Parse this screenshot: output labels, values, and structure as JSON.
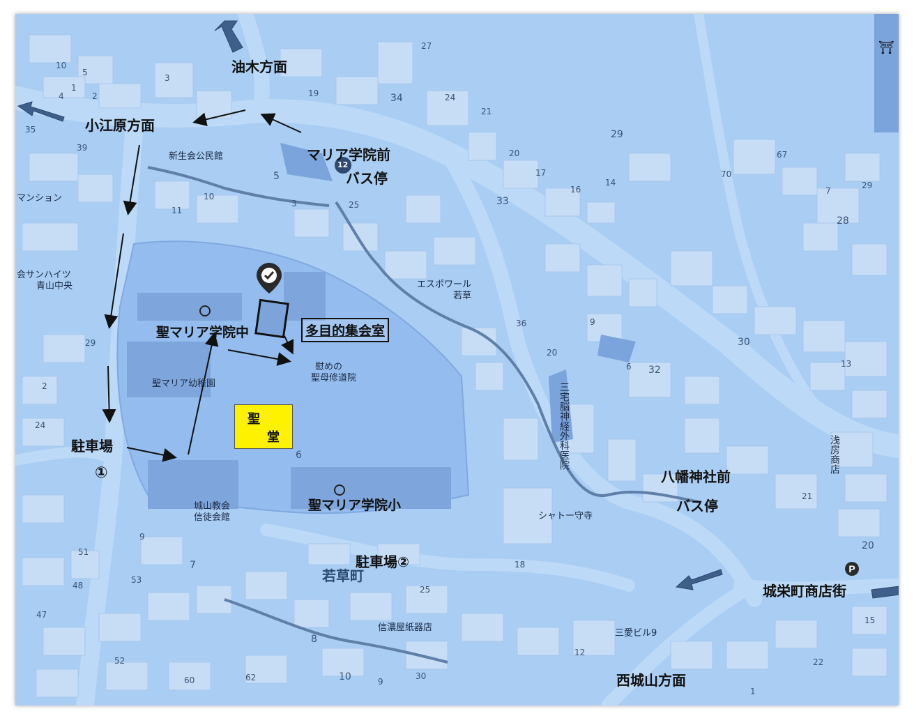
{
  "labels": {
    "abura": "油木方面",
    "koebara": "小江原方面",
    "maria_bus_1": "マリア学院前",
    "maria_bus_2": "バス停",
    "shinsei": "新生会公民館",
    "mansion": "マンション",
    "sanhaitsu_1": "会サンハイツ",
    "sanhaitsu_2": "青山中央",
    "school_mid": "聖マリア学院中",
    "kindergarten": "聖マリア幼稚園",
    "hall": "多目的集会室",
    "convent_1": "慰めの",
    "convent_2": "聖母修道院",
    "parking1_a": "駐車場",
    "parking1_b": "①",
    "chapel_1": "聖",
    "chapel_2": "堂",
    "church_1": "城山教会",
    "church_2": "信徒会館",
    "school_elem": "聖マリア学院小",
    "parking2": "駐車場②",
    "wakakusa_town": "若草町",
    "esupowaru_1": "エスポワール",
    "esupowaru_2": "若草",
    "hospital": "三宅脳神経外科医院",
    "yawata_bus_1": "八幡神社前",
    "yawata_bus_2": "バス停",
    "shako": "シャトー守寺",
    "asabo": "浅房商店",
    "shinanoya": "信濃屋紙器店",
    "sanai": "三愛ビル9",
    "jouei": "城栄町商店街",
    "nishishiroyama": "西城山方面",
    "torii": "⛩",
    "bus_num": "12"
  },
  "block_numbers": {
    "n10": "10",
    "n5a": "5",
    "n1": "1",
    "n4": "4",
    "n2": "2",
    "n3a": "3",
    "n27": "27",
    "n34": "34",
    "n24": "24",
    "n21": "21",
    "n19": "19",
    "n29a": "29",
    "n20a": "20",
    "n17": "17",
    "n16": "16",
    "n14": "14",
    "n33": "33",
    "n67": "67",
    "n70": "70",
    "n7": "7",
    "n29b": "29",
    "n28": "28",
    "n25a": "25",
    "n5b": "5",
    "n3b": "3",
    "n10b": "10",
    "n11": "11",
    "n39": "39",
    "n35": "35",
    "n9a": "9",
    "n32": "32",
    "n30": "30",
    "n13": "13",
    "n6": "6",
    "n36": "36",
    "n20b": "20",
    "n6b": "6",
    "n2b": "2",
    "n29c": "29",
    "n24b": "24",
    "n21b": "21",
    "n20c": "20",
    "n15": "15",
    "n18": "18",
    "n25b": "25",
    "n51": "51",
    "n48": "48",
    "n47": "47",
    "n53": "53",
    "n52": "52",
    "n60": "60",
    "n62": "62",
    "n8": "8",
    "n10c": "10",
    "n9b": "9",
    "n30b": "30",
    "n22": "22",
    "n12": "12",
    "n1b": "1",
    "n9c": "9",
    "n7b": "7"
  },
  "colors": {
    "background": "#a9cdf3",
    "building": "#c8def5",
    "campus": "#93bbee",
    "road": "#b9d7f6",
    "arrow_block": "#3b5b86",
    "chapel": "#fff200"
  }
}
